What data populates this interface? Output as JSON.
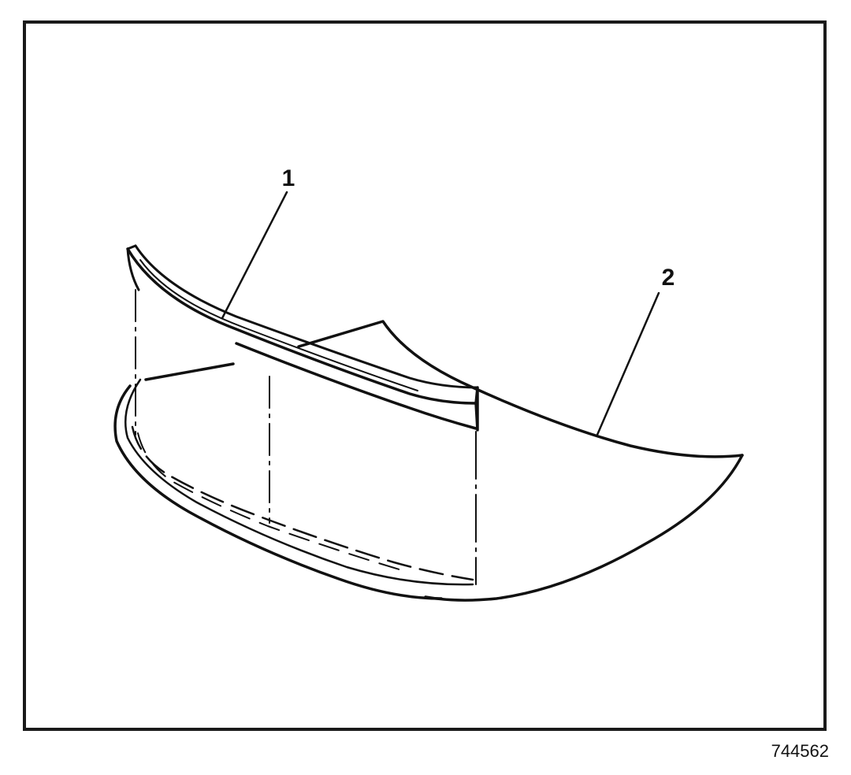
{
  "callouts": {
    "part_1": "1",
    "part_2": "2"
  },
  "figure_number": "744562"
}
